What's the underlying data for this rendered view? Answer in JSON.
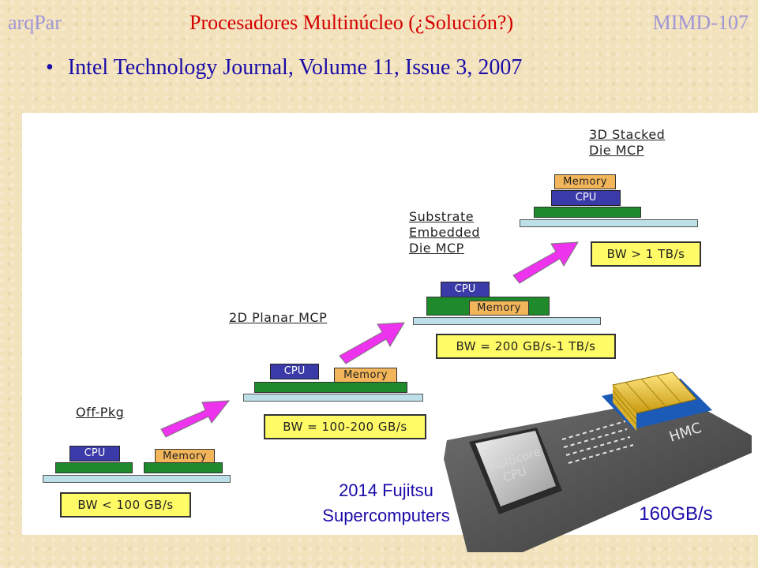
{
  "header": {
    "left": "arqPar",
    "center": "Procesadores Multinúcleo (¿Solución?)",
    "right": "MIMD-107"
  },
  "bullet": {
    "text": "Intel Technology Journal, Volume 11, Issue 3, 2007"
  },
  "diagram": {
    "stages": [
      {
        "title_lines": [
          "Off-Pkg"
        ],
        "cpu": "CPU",
        "memory": "Memory",
        "bw": "BW < 100 GB/s"
      },
      {
        "title_lines": [
          "2D Planar MCP"
        ],
        "cpu": "CPU",
        "memory": "Memory",
        "bw": "BW = 100-200 GB/s"
      },
      {
        "title_lines": [
          "Substrate",
          "Embedded",
          "Die MCP"
        ],
        "cpu": "CPU",
        "memory": "Memory",
        "bw": "BW = 200 GB/s-1 TB/s"
      },
      {
        "title_lines": [
          "3D Stacked",
          "Die MCP"
        ],
        "cpu": "CPU",
        "memory": "Memory",
        "bw": "BW > 1 TB/s"
      }
    ],
    "arrow_color": "#ee33ee"
  },
  "overlay": {
    "chip_label_1": "Multicore",
    "chip_label_2": "CPU",
    "hmc_label": "HMC",
    "fujitsu_line1": "2014 Fujitsu",
    "fujitsu_line2": "Supercomputers",
    "bandwidth": "160GB/s"
  },
  "colors": {
    "header_gray": "#9f95d6",
    "header_red": "#d40000",
    "text_blue": "#1a0ca8",
    "cpu_blue": "#3a3aa8",
    "memory_orange": "#f2b55a",
    "substrate_green": "#1e8a2c",
    "bw_yellow": "#fffb66"
  }
}
